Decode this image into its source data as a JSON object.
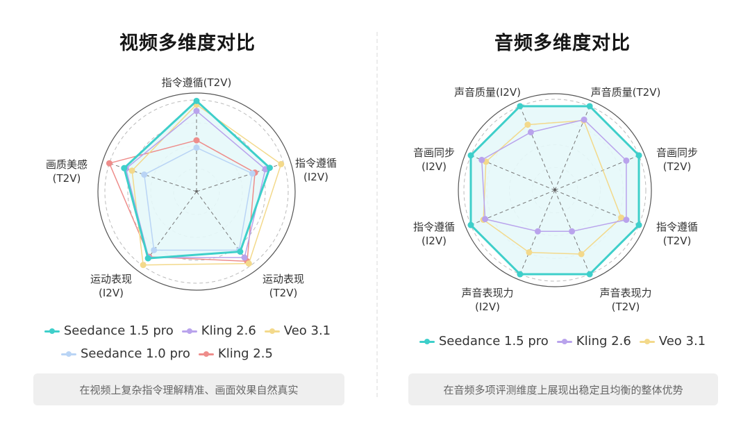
{
  "colors": {
    "seedance15": "#3ecfca",
    "kling26": "#b9a3ec",
    "veo31": "#f3d98b",
    "seedance10": "#b9d4f5",
    "kling25": "#ee8d8b",
    "fill": "#e6f8fa",
    "grid": "#9a9a9a",
    "outer": "#555555"
  },
  "chart_data": [
    {
      "type": "radar",
      "title": "视频多维度对比",
      "axes": [
        "指令遵循(T2V)",
        "指令遵循(I2V)",
        "运动表现(T2V)",
        "运动表现(I2V)",
        "画质美感(T2V)"
      ],
      "range": [
        0,
        100
      ],
      "grid": "dashed concentric circles",
      "legend_position": "bottom",
      "series": [
        {
          "name": "Seedance 1.5 pro",
          "values": [
            99,
            84,
            81,
            90,
            83
          ]
        },
        {
          "name": "Kling 2.6",
          "values": [
            88,
            79,
            89,
            89,
            81
          ]
        },
        {
          "name": "Veo 3.1",
          "values": [
            95,
            97,
            97,
            99,
            74
          ]
        },
        {
          "name": "Seedance 1.0 pro",
          "values": [
            48,
            64,
            79,
            79,
            60
          ]
        },
        {
          "name": "Kling 2.5",
          "values": [
            56,
            67,
            94,
            88,
            100
          ]
        }
      ],
      "caption": "在视频上复杂指令理解精准、画面效果自然真实"
    },
    {
      "type": "radar",
      "title": "音频多维度对比",
      "axes": [
        "声音质量(I2V)",
        "声音质量(T2V)",
        "音画同步(T2V)",
        "指令遵循(T2V)",
        "声音表现力(T2V)",
        "声音表现力(I2V)",
        "指令遵循(I2V)",
        "音画同步(I2V)"
      ],
      "range": [
        0,
        100
      ],
      "grid": "dashed concentric circles",
      "legend_position": "bottom",
      "series": [
        {
          "name": "Seedance 1.5 pro",
          "values": [
            100,
            100,
            100,
            100,
            100,
            100,
            100,
            100
          ]
        },
        {
          "name": "Kling 2.6",
          "values": [
            69,
            84,
            85,
            85,
            49,
            49,
            83,
            87
          ]
        },
        {
          "name": "Veo 3.1",
          "values": [
            78,
            83,
            0,
            79,
            76,
            74,
            85,
            82
          ]
        }
      ],
      "caption": "在音频多项评测维度上展现出稳定且均衡的整体优势"
    }
  ],
  "left": {
    "title": "视频多维度对比",
    "labels": [
      {
        "line1": "指令遵循(T2V)",
        "line2": ""
      },
      {
        "line1": "指令遵循",
        "line2": "(I2V)"
      },
      {
        "line1": "运动表现",
        "line2": "(T2V)"
      },
      {
        "line1": "运动表现",
        "line2": "(I2V)"
      },
      {
        "line1": "画质美感",
        "line2": "(T2V)"
      }
    ],
    "legend": [
      "Seedance 1.5 pro",
      "Kling 2.6",
      "Veo 3.1",
      "Seedance 1.0 pro",
      "Kling 2.5"
    ],
    "caption": "在视频上复杂指令理解精准、画面效果自然真实"
  },
  "right": {
    "title": "音频多维度对比",
    "labels": [
      {
        "line1": "声音质量(I2V)",
        "line2": ""
      },
      {
        "line1": "声音质量(T2V)",
        "line2": ""
      },
      {
        "line1": "音画同步",
        "line2": "(T2V)"
      },
      {
        "line1": "指令遵循",
        "line2": "(T2V)"
      },
      {
        "line1": "声音表现力",
        "line2": "(T2V)"
      },
      {
        "line1": "声音表现力",
        "line2": "(I2V)"
      },
      {
        "line1": "指令遵循",
        "line2": "(I2V)"
      },
      {
        "line1": "音画同步",
        "line2": "(I2V)"
      }
    ],
    "legend": [
      "Seedance 1.5 pro",
      "Kling 2.6",
      "Veo 3.1"
    ],
    "caption": "在音频多项评测维度上展现出稳定且均衡的整体优势"
  }
}
